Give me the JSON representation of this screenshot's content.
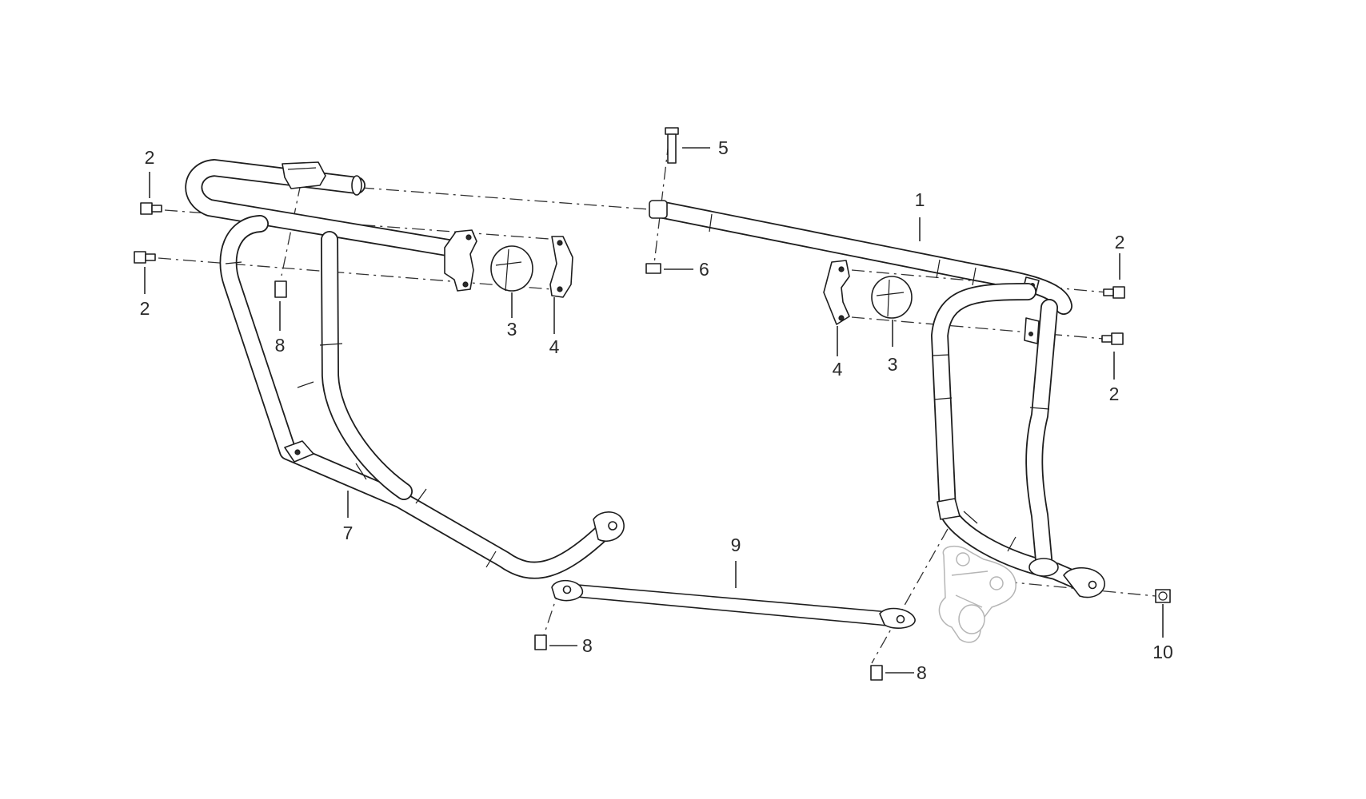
{
  "callouts": {
    "c1": "1",
    "c2a": "2",
    "c2b": "2",
    "c2c": "2",
    "c2d": "2",
    "c3a": "3",
    "c3b": "3",
    "c4a": "4",
    "c4b": "4",
    "c5": "5",
    "c6": "6",
    "c7": "7",
    "c8a": "8",
    "c8b": "8",
    "c8c": "8",
    "c9": "9",
    "c10": "10"
  }
}
